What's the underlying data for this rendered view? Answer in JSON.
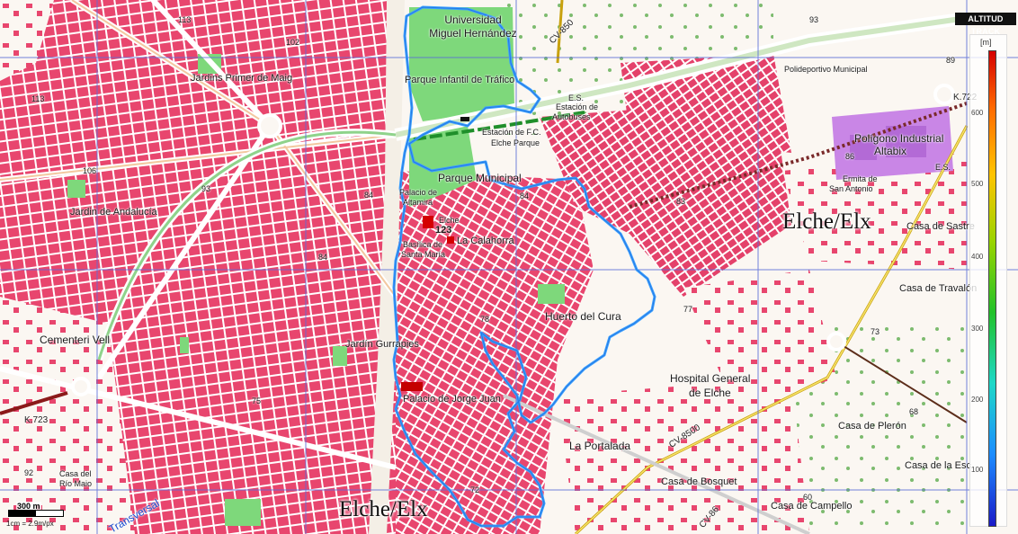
{
  "labels": {
    "n113": "113",
    "n102": "102",
    "n113b": "113",
    "n106": "106",
    "n93w": "93",
    "n84a": "84",
    "n84b": "84",
    "n84c": "84",
    "n78": "78",
    "n75": "75",
    "n93": "93",
    "n89": "89",
    "n86": "86",
    "n83": "83",
    "n77": "77",
    "n73": "73",
    "n68": "68",
    "n60": "60",
    "n92": "92",
    "n72": "72",
    "jardin_primer": "Jardins Primer de Maig",
    "jardin_andalucia": "Jardin de Andalucía",
    "cementeri": "Cementeri Vell",
    "jardin_gu": "Jardín Gurrapies",
    "univ1": "Universidad",
    "univ2": "Miguel Hernández",
    "parque_infantil": "Parque Infantil de Tráfico",
    "estacion_fc1": "Estación de F.C.",
    "estacion_fc2": "Elche Parque",
    "estacion_bus1": "E.S.",
    "estacion_bus2": "Estación de",
    "estacion_bus3": "Autobuses",
    "parque_municipal": "Parque Municipal",
    "palacio_alt1": "Palacio de",
    "palacio_alt2": "Altamira",
    "elche_lbl": "Elche",
    "elche_alt": "123",
    "basilica1": "Basílica de",
    "basilica2": "Santa María",
    "calahorra": "La Calahorra",
    "huerto": "Huerto del Cura",
    "palacio_jorge": "Palacio de Jorge Juan",
    "portalada": "La Portalada",
    "hospital1": "Hospital General",
    "hospital2": "de Elche",
    "polideportivo": "Polideportivo Municipal",
    "poligono1": "Polígono Industrial",
    "poligono2": "Altabix",
    "es2": "E.S.",
    "ermita1": "Ermita de",
    "ermita2": "San Antonio",
    "elche_big1": "Elche/Elx",
    "elche_big2": "Elche/Elx",
    "casa_sastre": "Casa de Sastre",
    "casa_travalon": "Casa de Travalón",
    "casa_pleron": "Casa de Plerón",
    "casa_esc": "Casa de la Esc",
    "casa_bosquet": "Casa de Bosquet",
    "casa_campello": "Casa de Campello",
    "casa_rio1": "Casa del",
    "casa_rio2": "Río Maio",
    "transversal": "Transversal",
    "k722": "K.722",
    "k723": "K.723",
    "cv850": "CV-850",
    "cv8500": "CV-8500",
    "cv86": "CV-86"
  },
  "altitude_panel": {
    "title": "ALTITUD TRACK",
    "unit": "[m]",
    "ticks": [
      "600",
      "500",
      "400",
      "300",
      "200",
      "100"
    ]
  },
  "scale": {
    "label": "300 m",
    "sub": "1cm = 2.9m/px"
  },
  "colors": {
    "urban": "#e8466e",
    "park": "#7ed87b",
    "track": "#3aa0ff",
    "railway": "#1f8f2a",
    "grid": "#5a6dd8"
  }
}
